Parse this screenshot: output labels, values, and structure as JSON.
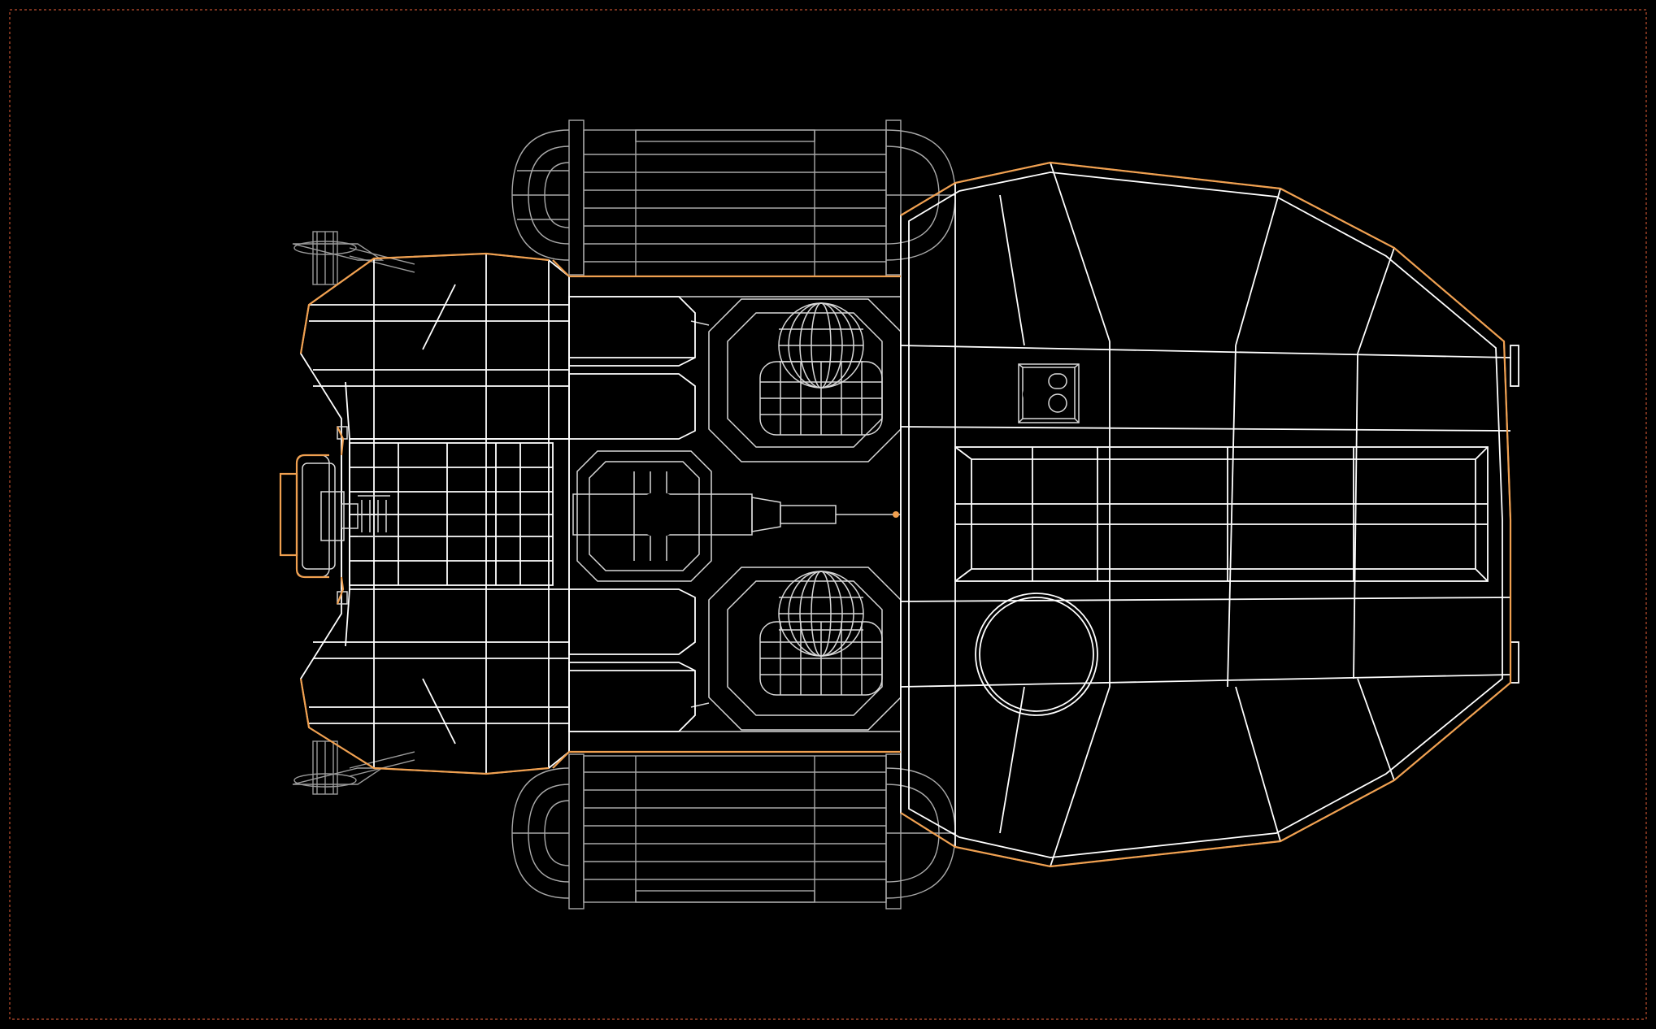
{
  "viewport": {
    "background": "#000000",
    "frame_color": "#c05030",
    "wireframe_color": "#ffffff",
    "secondary_wire_color": "#9a9a9a",
    "selection_color": "#f0a050"
  },
  "model": {
    "parts": [
      {
        "id": "wheel-front-left",
        "icon": "wheel-wireframe-icon"
      },
      {
        "id": "wheel-front-right",
        "icon": "wheel-wireframe-icon"
      },
      {
        "id": "wheel-mid-left",
        "icon": "wheel-wireframe-icon"
      },
      {
        "id": "wheel-mid-right",
        "icon": "wheel-wireframe-icon"
      },
      {
        "id": "wheel-rear-left",
        "icon": "wheel-wireframe-icon"
      },
      {
        "id": "wheel-rear-right",
        "icon": "wheel-wireframe-icon"
      },
      {
        "id": "tank-top",
        "icon": "tank-wireframe-icon"
      },
      {
        "id": "tank-bottom",
        "icon": "tank-wireframe-icon"
      },
      {
        "id": "hull",
        "icon": "hull-wireframe-icon"
      },
      {
        "id": "cabin-front",
        "icon": "cabin-wireframe-icon"
      }
    ]
  }
}
